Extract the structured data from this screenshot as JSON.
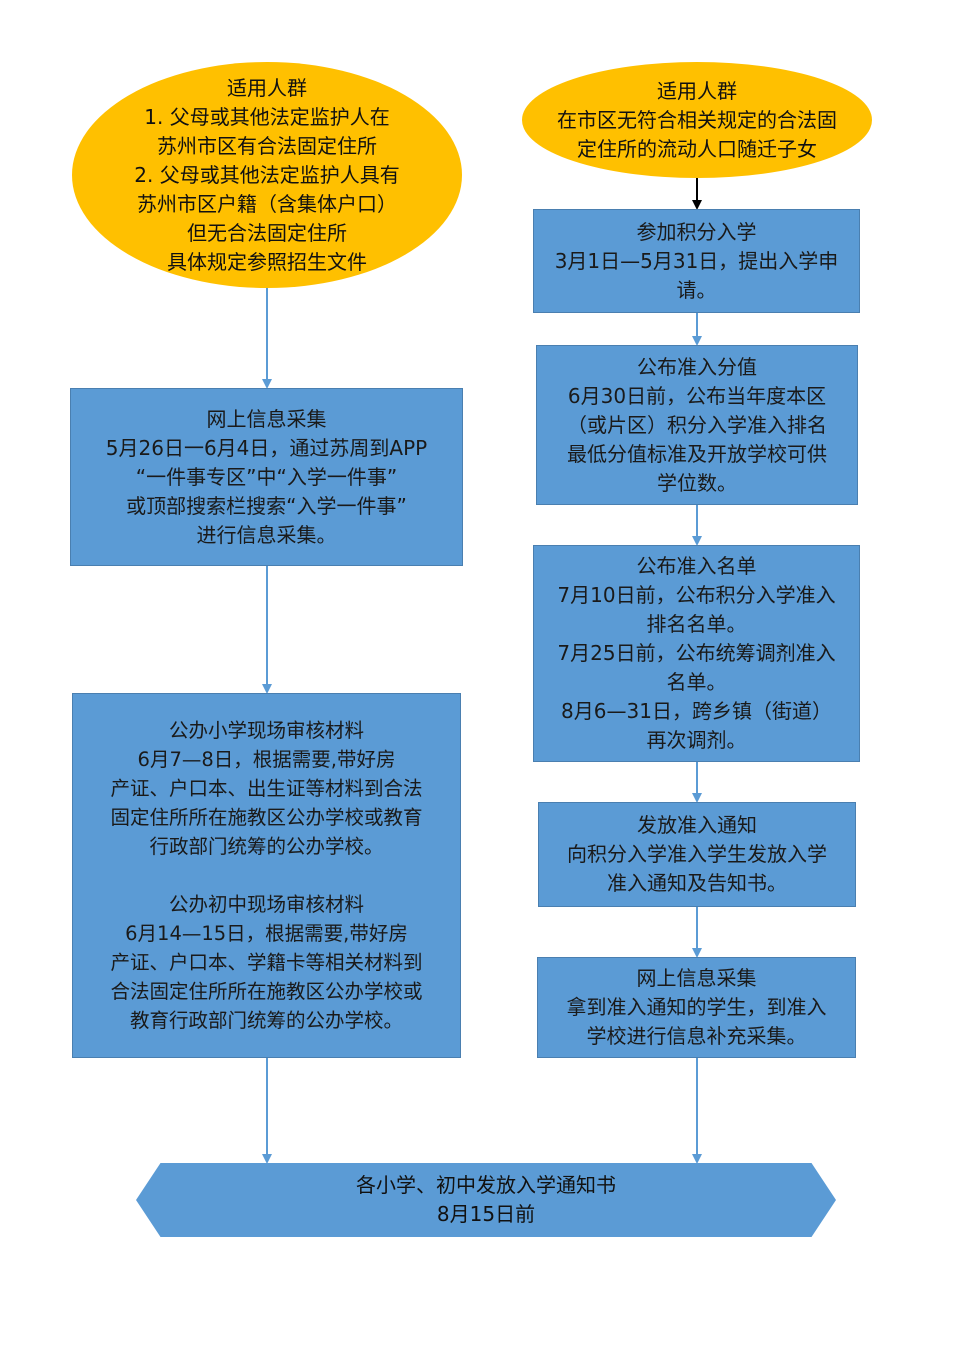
{
  "left": {
    "eligibility": {
      "title": "适用人群",
      "lines": [
        "1. 父母或其他法定监护人在",
        "苏州市区有合法固定住所",
        "2. 父母或其他法定监护人具有",
        "苏州市区户籍（含集体户口）",
        "但无合法固定住所",
        "具体规定参照招生文件"
      ]
    },
    "online_collection": {
      "title": "网上信息采集",
      "lines": [
        "5月26日一6月4日，通过苏周到APP",
        "“一件事专区”中“入学一件事”",
        "或顶部搜索栏搜索“入学一件事”",
        "进行信息采集。"
      ]
    },
    "onsite_review": {
      "primary_title": "公办小学现场审核材料",
      "primary_lines": [
        "6月7—8日，根据需要,带好房",
        "产证、户口本、出生证等材料到合法",
        "固定住所所在施教区公办学校或教育",
        "行政部门统筹的公办学校。"
      ],
      "middle_title": "公办初中现场审核材料",
      "middle_lines": [
        "6月14—15日，根据需要,带好房",
        "产证、户口本、学籍卡等相关材料到",
        "合法固定住所所在施教区公办学校或",
        "教育行政部门统筹的公办学校。"
      ]
    }
  },
  "right": {
    "eligibility": {
      "title": "适用人群",
      "lines": [
        "在市区无符合相关规定的合法固",
        "定住所的流动人口随迁子女"
      ]
    },
    "points_enrollment": {
      "title": "参加积分入学",
      "lines": [
        "3月1日—5月31日，提出入学申",
        "请。"
      ]
    },
    "admission_score": {
      "title": "公布准入分值",
      "lines": [
        "6月30日前，公布当年度本区",
        "（或片区）积分入学准入排名",
        "最低分值标准及开放学校可供",
        "学位数。"
      ]
    },
    "admission_list": {
      "title": "公布准入名单",
      "lines": [
        "7月10日前，公布积分入学准入",
        "排名名单。",
        "7月25日前，公布统筹调剂准入",
        "名单。",
        "8月6—31日，跨乡镇（街道）",
        "再次调剂。"
      ]
    },
    "admission_notice": {
      "title": "发放准入通知",
      "lines": [
        "向积分入学准入学生发放入学",
        "准入通知及告知书。"
      ]
    },
    "online_collection": {
      "title": "网上信息采集",
      "lines": [
        "拿到准入通知的学生，到准入",
        "学校进行信息补充采集。"
      ]
    }
  },
  "final": {
    "title": "各小学、初中发放入学通知书",
    "date": "8月15日前"
  },
  "colors": {
    "oval_fill": "#ffc000",
    "box_fill": "#5b9bd5",
    "box_border": "#4a7fb0",
    "connector": "#5b9bd5",
    "dark_arrow": "#000000"
  }
}
